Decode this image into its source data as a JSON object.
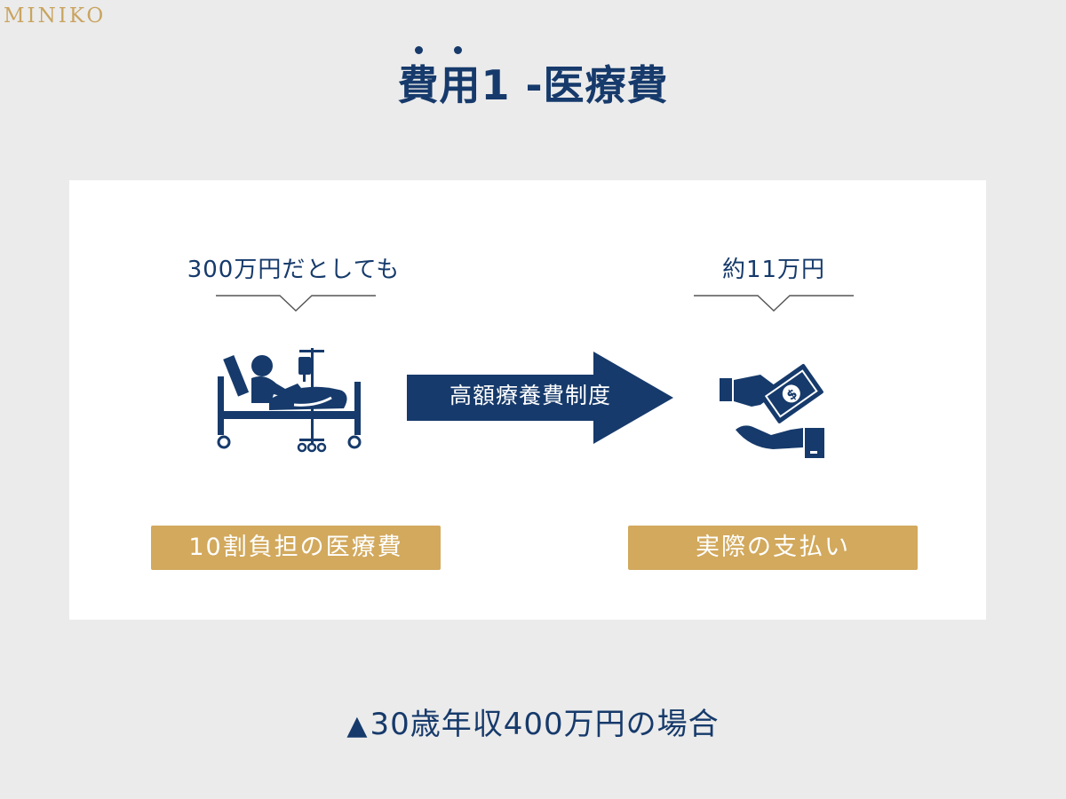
{
  "brand": "MINIKO",
  "title": "費用1 -医療費",
  "left": {
    "amount": "300万円だとしても",
    "label": "10割負担の医療費",
    "icon": "hospital-bed-patient-icon"
  },
  "arrow": {
    "label": "高額療養費制度"
  },
  "right": {
    "amount": "約11万円",
    "label": "実際の支払い",
    "icon": "hand-receiving-money-icon"
  },
  "footnote": {
    "marker": "▲",
    "text": "30歳年収400万円の場合"
  },
  "colors": {
    "navy": "#163a6b",
    "gold": "#d2a95d",
    "background": "#ebebeb",
    "card": "#ffffff"
  }
}
